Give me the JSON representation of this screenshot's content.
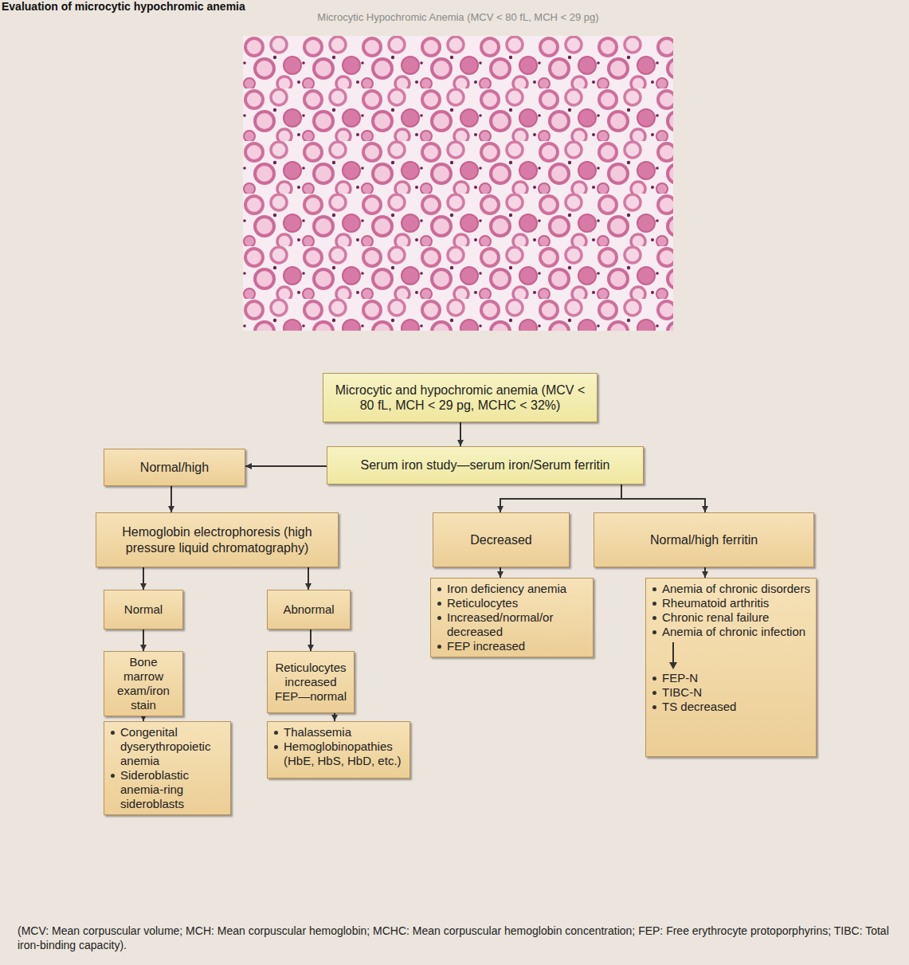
{
  "diagram": {
    "title": "Evaluation of microcytic hypochromic anemia",
    "caption": "(MCV: Mean corpuscular volume; MCH: Mean corpuscular hemoglobin; MCHC: Mean corpuscular hemoglobin concentration; FEP: Free erythrocyte protoporphyrins; TIBC: Total iron-binding capacity).",
    "nodes": [
      {
        "text": [
          "Microcytic and hypochromic anemia (MCV < 80 fL, MCH < 29 pg, MCHC < 32%)"
        ]
      },
      {
        "text": [
          "Serum iron study—serum iron/Serum ferritin"
        ]
      },
      {
        "text": [
          "Normal/high"
        ]
      },
      {
        "text": [
          "Hemoglobin electrophoresis (high pressure liquid chromatography)"
        ]
      },
      {
        "text": [
          "Decreased"
        ]
      },
      {
        "text": [
          "Normal/high ferritin"
        ]
      },
      {
        "text": [
          "Normal"
        ]
      },
      {
        "text": [
          "Abnormal"
        ]
      },
      {
        "text": [
          "Iron deficiency anemia",
          "Reticulocytes",
          "Increased/normal/or decreased",
          "FEP increased"
        ]
      },
      {
        "text": [
          "Anemia of chronic disorders",
          "Rheumatoid arthritis",
          "Chronic renal failure",
          "Anemia of chronic infection",
          "FEP-N",
          "TIBC-N",
          "TS decreased"
        ]
      },
      {
        "text": [
          "Bone marrow exam/iron stain"
        ]
      },
      {
        "text": [
          "Reticulocytes increased",
          "FEP—normal"
        ]
      },
      {
        "text": [
          "Congenital dyserythropoietic anemia",
          "Sideroblastic anemia-ring sideroblasts"
        ]
      },
      {
        "text": [
          "Thalassemia",
          "Hemoglobinopathies (HbE, HbS, HbD, etc.)"
        ]
      }
    ],
    "edges": [
      {
        "from": 0,
        "to": 1,
        "arrow": "to"
      },
      {
        "from": 1,
        "to": 2,
        "arrow": "to"
      },
      {
        "from": 1,
        "to": 4,
        "arrow": "to"
      },
      {
        "from": 1,
        "to": 5,
        "arrow": "to"
      },
      {
        "from": 2,
        "to": 3,
        "arrow": "to"
      },
      {
        "from": 3,
        "to": 6,
        "arrow": "to"
      },
      {
        "from": 3,
        "to": 7,
        "arrow": "to"
      },
      {
        "from": 6,
        "to": 10,
        "arrow": "to"
      },
      {
        "from": 7,
        "to": 11,
        "arrow": "to"
      },
      {
        "from": 10,
        "to": 12,
        "arrow": "to"
      },
      {
        "from": 11,
        "to": 13,
        "arrow": "to"
      },
      {
        "from": 4,
        "to": 8,
        "arrow": "to"
      },
      {
        "from": 5,
        "to": 9,
        "arrow": "to"
      }
    ],
    "labels": [
      "Microcytic Hypochromic Anemia (MCV < 80 fL, MCH < 29 pg)"
    ]
  }
}
